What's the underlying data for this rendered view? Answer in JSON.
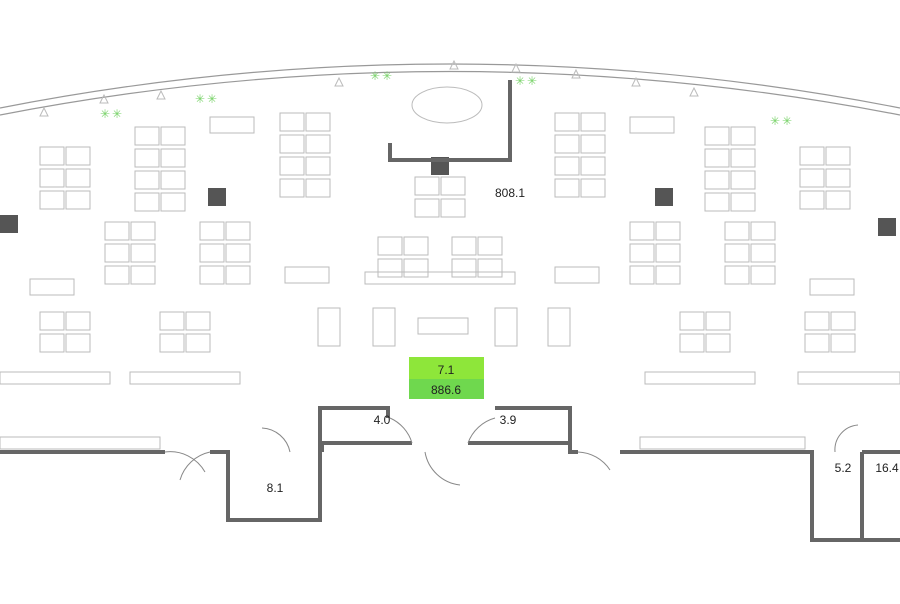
{
  "plan": {
    "main_area": "808.1",
    "selected_unit": {
      "number": "7.1",
      "area": "886.6",
      "color_top": "#8ee63a",
      "color_bottom": "#6fd84e"
    },
    "rooms": [
      {
        "id": "storage-left",
        "area": "4.0"
      },
      {
        "id": "storage-right",
        "area": "3.9"
      },
      {
        "id": "room-lower-left",
        "area": "8.1"
      },
      {
        "id": "room-lower-right-small",
        "area": "5.2"
      },
      {
        "id": "restroom",
        "area": "16.4"
      }
    ],
    "colors": {
      "wall": "#666666",
      "furniture": "#bbbbbb",
      "plant": "#7ad36a",
      "column": "#555555"
    }
  }
}
